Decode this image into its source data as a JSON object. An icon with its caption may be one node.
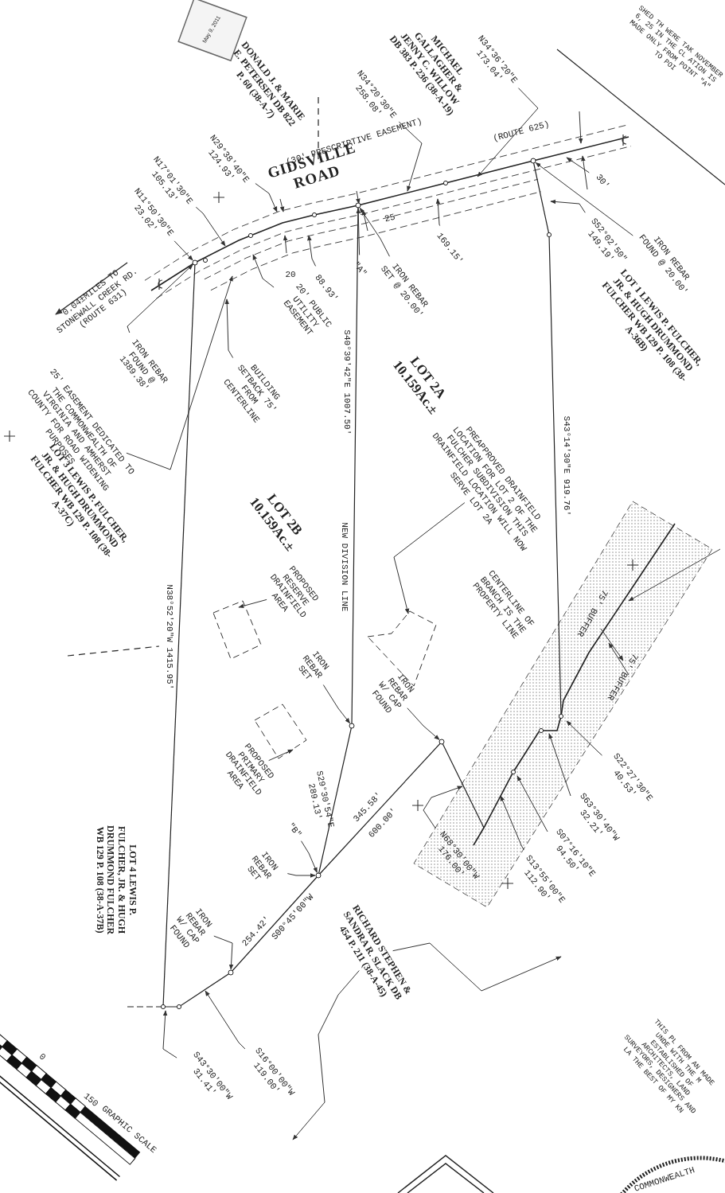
{
  "diagram": {
    "nodes": [
      {
        "text": [
          "N11°50'30\"E 23.02'"
        ]
      },
      {
        "text": [
          "N17°01'30\"E 105.13'"
        ]
      },
      {
        "text": [
          "N29°38'40\"E 124.93'"
        ]
      },
      {
        "text": [
          "N34°20'30\"E 258.08'"
        ]
      },
      {
        "text": [
          "N34°36'20\"E 173.04'"
        ]
      },
      {
        "text": [
          "30'"
        ]
      },
      {
        "text": [
          "S52°02'50\" 149.19'"
        ]
      },
      {
        "text": [
          "IRON REBAR FOUND @ 20.00'"
        ]
      },
      {
        "text": [
          "169.15'"
        ]
      },
      {
        "text": [
          "IRON REBAR SET @ 20.00'"
        ]
      },
      {
        "text": [
          "\"A\""
        ]
      },
      {
        "text": [
          "88.93'"
        ]
      },
      {
        "text": [
          "20' PUBLIC UTILITY EASEMENT"
        ]
      },
      {
        "text": [
          "IRON REBAR FOUND @ 1389.38'"
        ]
      },
      {
        "text": [
          "BUILDING SETBACK 75' FROM CENTERLINE"
        ]
      },
      {
        "text": [
          "25' EASEMENT DEDICATED TO THE COMMONWEALTH OF VIRGINIA AND AMHERST COUNTY FOR ROAD WIDENING PURPOSES"
        ]
      },
      {
        "text": [
          "PREAPPROVED DRAINFIELD LOCATION FOR LOT 2 OF THE FULCHER SUBDIVISION THIS DRAINFIELD LOCATION WILL NOW SERVE LOT 2A"
        ]
      },
      {
        "text": [
          "PROPOSED RESERVE DRAINFIELD AREA"
        ]
      },
      {
        "text": [
          "IRON REBAR SET"
        ]
      },
      {
        "text": [
          "IRON REBAR W/ CAP FOUND"
        ]
      },
      {
        "text": [
          "PROPOSED PRIMARY DRAINFIELD AREA"
        ]
      },
      {
        "text": [
          "\"B\""
        ]
      },
      {
        "text": [
          "IRON REBAR SET"
        ]
      },
      {
        "text": [
          "IRON REBAR W/ CAP FOUND"
        ]
      },
      {
        "text": [
          "RICHARD STEPHEN & SANDRA R. SLACK DB 454 P. 211 (38-A-45)"
        ]
      },
      {
        "text": [
          "N68°30'00\"W 176.00'"
        ]
      },
      {
        "text": [
          "S22°27'30\"E 40.53'"
        ]
      },
      {
        "text": [
          "S63°30'40\"W 32.21'"
        ]
      },
      {
        "text": [
          "S07°16'10\"E 94.50'"
        ]
      },
      {
        "text": [
          "S13°55'00\"E 112.90'"
        ]
      },
      {
        "text": [
          "S43°30'00\"W 31.41'"
        ]
      },
      {
        "text": [
          "S16°00'00\"W 119.00'"
        ]
      },
      {
        "text": [],
        "shape": "box"
      },
      {
        "text": [],
        "shape": "box"
      },
      {
        "text": [],
        "shape": "box"
      },
      {
        "text": [],
        "shape": "circle"
      },
      {
        "text": [],
        "shape": "circle"
      },
      {
        "text": [],
        "shape": "circle"
      },
      {
        "text": [],
        "shape": "circle"
      },
      {
        "text": [],
        "shape": "circle"
      },
      {
        "text": [],
        "shape": "circle"
      },
      {
        "text": [],
        "shape": "circle"
      }
    ],
    "edges": [
      {
        "from": 0,
        "to": 37,
        "arrow": "to"
      },
      {
        "from": 1,
        "to": null,
        "arrow": "to"
      },
      {
        "from": 2,
        "to": null,
        "arrow": "to"
      },
      {
        "from": 3,
        "to": null,
        "arrow": "to"
      },
      {
        "from": 4,
        "to": null,
        "arrow": "to"
      },
      {
        "from": 5,
        "to": null,
        "arrow": "to"
      },
      {
        "from": 6,
        "to": null,
        "arrow": "to"
      },
      {
        "from": 7,
        "to": 35,
        "arrow": "to"
      },
      {
        "from": 8,
        "to": null,
        "arrow": "to"
      },
      {
        "from": 9,
        "to": 36,
        "arrow": "to"
      },
      {
        "from": 10,
        "to": 36,
        "arrow": "to"
      },
      {
        "from": 11,
        "to": null,
        "arrow": "to"
      },
      {
        "from": 12,
        "to": null,
        "arrow": "to"
      },
      {
        "from": 13,
        "to": 37,
        "arrow": "to"
      },
      {
        "from": 14,
        "to": null,
        "arrow": "to"
      },
      {
        "from": 15,
        "to": null,
        "arrow": "to"
      },
      {
        "from": 16,
        "to": 33,
        "arrow": "to"
      },
      {
        "from": 17,
        "to": 32,
        "arrow": "to"
      },
      {
        "from": 18,
        "to": 38,
        "arrow": "to"
      },
      {
        "from": 19,
        "to": 39,
        "arrow": "to"
      },
      {
        "from": 20,
        "to": 34,
        "arrow": "to"
      },
      {
        "from": 21,
        "to": 40,
        "arrow": "to"
      },
      {
        "from": 22,
        "to": 40,
        "arrow": "to"
      },
      {
        "from": 23,
        "to": 41,
        "arrow": "to"
      },
      {
        "from": 24,
        "to": null,
        "arrow": "to"
      },
      {
        "from": 24,
        "to": null,
        "arrow": "to"
      },
      {
        "from": 25,
        "to": null,
        "arrow": "to"
      },
      {
        "from": 26,
        "to": null,
        "arrow": "to"
      },
      {
        "from": 27,
        "to": null,
        "arrow": "to"
      },
      {
        "from": 28,
        "to": null,
        "arrow": "to"
      },
      {
        "from": 29,
        "to": null,
        "arrow": "to"
      },
      {
        "from": 30,
        "to": null,
        "arrow": "to"
      },
      {
        "from": 31,
        "to": null,
        "arrow": "to"
      }
    ],
    "labels": [
      "May 9, 2011",
      "DONALD J. & MARIE E. PETERSEN DB 822 P. 60 (38-A-7)",
      "MICHAEL GALLAGHER & JENNY C. WILLOW DB 383 P. 236 (38-A-19)",
      "SHED TH WERE TAK NOVEMBER 6, 25 IN THE CL ATION IS MADE ONLY FROM POINT \"A\" TO POI",
      "(30' PRESCRIPTIVE EASEMENT)",
      "GIDSVILLE ROAD",
      "(ROUTE 625)",
      "20",
      "25",
      "0.04±MILES TO STONEWALL CREEK RD. (ROUTE 631)",
      "LOT 1 LEWIS P. FULCHER, JR. & HUGH DRUMMOND FULCHER WB 129 P. 108 (38-A-36B)",
      "LOT 2A 10.159Ac.±",
      "S40°39'42\"E 1007.50'",
      "S43°14'30\"E 919.76'",
      "LOT 3 LEWIS P. FULCHER, JR. & HUGH DRUMMOND FULCHER WB 129 P. 108 (38-A-37C)",
      "LOT 2B 10.159Ac.±",
      "NEW DIVISION LINE",
      "N38°52'20\"W 1415.95'",
      "CENTERLINE OF BRANCH IS THE PROPERTY LINE",
      "75' BUFFER",
      "75' BUFFER",
      "S29°30'54\"E 289.13'",
      "345.58'",
      "600.00'",
      "LOT 4 LEWIS P. FULCHER, JR. & HUGH DRUMMOND FULCHER WB 129 P. 108 (38-A-37B)",
      "S00°45'00\"W",
      "254.42'",
      "GRAPHIC SCALE",
      "0",
      "150",
      "THIS PL FROM AN MADE UNDE WITH THE M ESTABLISHED OF ARCHITECTS, LAND SURVEYORS, DESIGNERS AND LA THE BEST OF MY KN",
      "COMMONWEALTH"
    ]
  }
}
